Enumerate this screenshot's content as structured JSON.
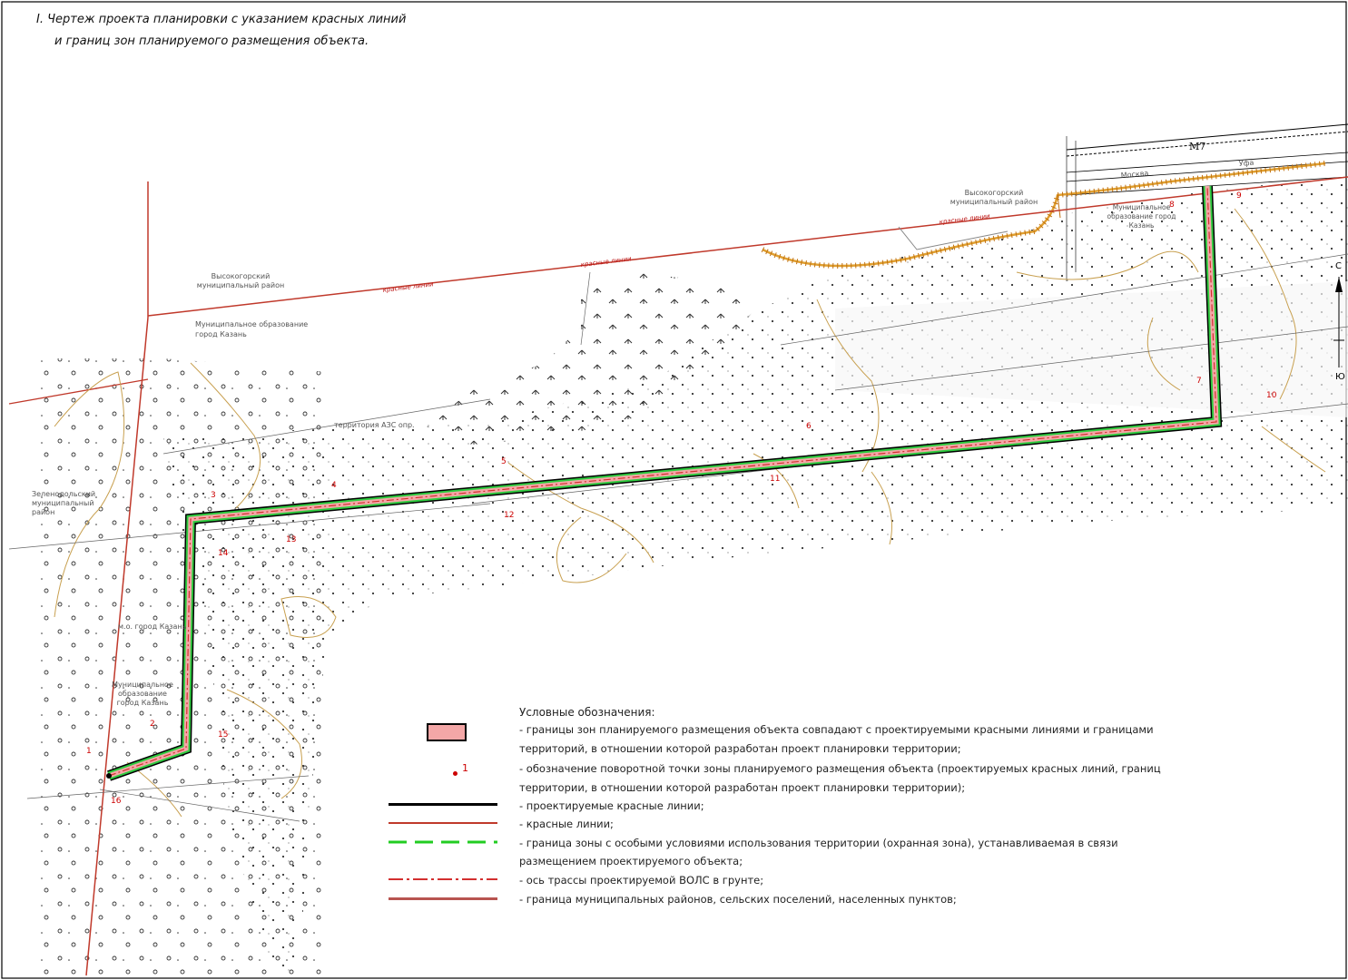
{
  "title": {
    "line1": "I. Чертеж проекта планировки с указанием красных линий",
    "line2": "и границ зон планируемого размещения объекта."
  },
  "map": {
    "road_label": "М7",
    "road_dir_left": "Москва",
    "road_dir_right": "Уфа",
    "red_lines_label": "красные линии",
    "district_labels": [
      "Высокогорский муниципальный район",
      "Муниципальное образование город Казань",
      "Зеленодольский муниципальный район",
      "м.о. город Казань",
      "Муниципальное образование город Казань"
    ],
    "north_label": "С",
    "south_label": "Ю",
    "area_label": "территория АЗС опр.",
    "point_numbers": [
      "1",
      "2",
      "3",
      "4",
      "5",
      "6",
      "7",
      "8",
      "9",
      "10",
      "11",
      "12",
      "13",
      "14",
      "15",
      "16"
    ],
    "colors": {
      "red_line": "#c0392b",
      "projected_red": "#000000",
      "zone_fill": "#f4a7a7",
      "protection_zone": "#22cc22",
      "route_axis": "#d32f2f",
      "contour": "#c8a050",
      "embankment": "#e0a030"
    }
  },
  "legend": {
    "title": "Условные обозначения:",
    "items": [
      {
        "text_lines": [
          "- границы зон планируемого размещения объекта совпадают с проектируемыми красными линиями и границами",
          "территорий, в отношении которой разработан проект планировки территории;"
        ]
      },
      {
        "marker_label": "1",
        "text_lines": [
          "- обозначение поворотной точки зоны планируемого размещения объекта (проектируемых красных линий, границ",
          "территории, в отношении которой разработан проект планировки территории);"
        ]
      },
      {
        "text_lines": [
          "- проектируемые красные линии;"
        ]
      },
      {
        "text_lines": [
          "- красные линии;"
        ]
      },
      {
        "text_lines": [
          "- граница зоны с особыми условиями использования территории (охранная зона), устанавливаемая в связи",
          "размещением проектируемого объекта;"
        ]
      },
      {
        "text_lines": [
          "- ось трассы проектируемой ВОЛС в грунте;"
        ]
      },
      {
        "text_lines": [
          "- граница муниципальных районов, сельских поселений, населенных пунктов;"
        ]
      }
    ]
  }
}
